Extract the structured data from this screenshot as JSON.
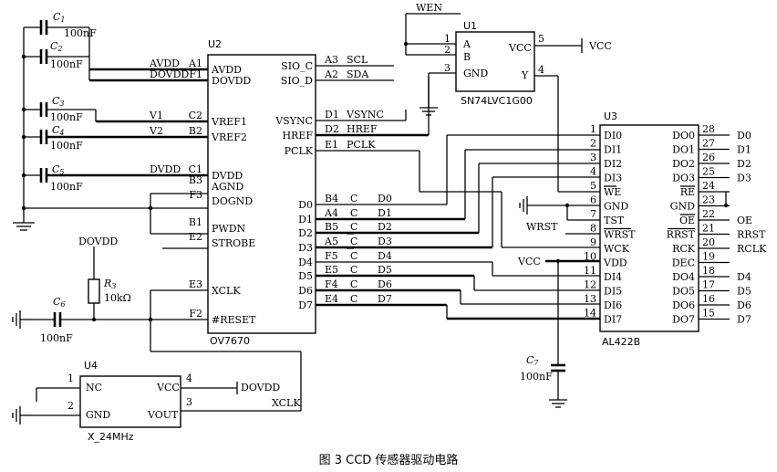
{
  "caption": "图 3   CCD 传感器驱动电路",
  "u2": {
    "ref": "U2",
    "part": "OV7670",
    "left_pins": [
      {
        "num": "A1",
        "name": "AVDD",
        "net": "AVDD"
      },
      {
        "num": "F1",
        "name": "DOVDD",
        "net": "DOVDD"
      },
      {
        "num": "C2",
        "name": "VREF1",
        "net": "V1"
      },
      {
        "num": "B2",
        "name": "VREF2",
        "net": "V2"
      },
      {
        "num": "C1",
        "name": "DVDD",
        "net": "DVDD"
      },
      {
        "num": "B3",
        "name": "AGND",
        "net": ""
      },
      {
        "num": "F3",
        "name": "DOGND",
        "net": ""
      },
      {
        "num": "B1",
        "name": "PWDN",
        "net": ""
      },
      {
        "num": "E2",
        "name": "STROBE",
        "net": ""
      },
      {
        "num": "E3",
        "name": "XCLK",
        "net": ""
      },
      {
        "num": "F2",
        "name": "#RESET",
        "net": ""
      }
    ],
    "right_pins": [
      {
        "num": "A3",
        "name": "SIO_C",
        "net": "SCL"
      },
      {
        "num": "A2",
        "name": "SIO_D",
        "net": "SDA"
      },
      {
        "num": "D1",
        "name": "VSYNC",
        "net": "VSYNC"
      },
      {
        "num": "D2",
        "name": "HREF",
        "net": "HREF"
      },
      {
        "num": "E1",
        "name": "PCLK",
        "net": "PCLK"
      },
      {
        "num": "B4",
        "name": "D0",
        "net": "D0"
      },
      {
        "num": "A4",
        "name": "D1",
        "net": "D1"
      },
      {
        "num": "B5",
        "name": "D2",
        "net": "D2"
      },
      {
        "num": "A5",
        "name": "D3",
        "net": "D3"
      },
      {
        "num": "F5",
        "name": "D4",
        "net": "D4"
      },
      {
        "num": "E5",
        "name": "D5",
        "net": "D5"
      },
      {
        "num": "F4",
        "name": "D6",
        "net": "D6"
      },
      {
        "num": "E4",
        "name": "D7",
        "net": "D7"
      }
    ],
    "c_label": "C"
  },
  "u1": {
    "ref": "U1",
    "part": "SN74LVC1G00",
    "wen": "WEN",
    "vcc": "VCC",
    "pins": [
      {
        "num": "1",
        "name": "A"
      },
      {
        "num": "2",
        "name": "B"
      },
      {
        "num": "3",
        "name": "GND"
      },
      {
        "num": "5",
        "name": "VCC"
      },
      {
        "num": "4",
        "name": "Y"
      }
    ]
  },
  "u3": {
    "ref": "U3",
    "part": "AL422B",
    "left_pins": [
      {
        "num": "1",
        "name": "DI0"
      },
      {
        "num": "2",
        "name": "DI1"
      },
      {
        "num": "3",
        "name": "DI2"
      },
      {
        "num": "4",
        "name": "DI3"
      },
      {
        "num": "5",
        "name": "WE"
      },
      {
        "num": "6",
        "name": "GND"
      },
      {
        "num": "7",
        "name": "TST"
      },
      {
        "num": "8",
        "name": "WRST"
      },
      {
        "num": "9",
        "name": "WCK"
      },
      {
        "num": "10",
        "name": "VDD"
      },
      {
        "num": "11",
        "name": "DI4"
      },
      {
        "num": "12",
        "name": "DI5"
      },
      {
        "num": "13",
        "name": "DI6"
      },
      {
        "num": "14",
        "name": "DI7"
      }
    ],
    "right_pins": [
      {
        "num": "28",
        "name": "DO0",
        "net": "D0"
      },
      {
        "num": "27",
        "name": "DO1",
        "net": "D1"
      },
      {
        "num": "26",
        "name": "DO2",
        "net": "D2"
      },
      {
        "num": "25",
        "name": "DO3",
        "net": "D3"
      },
      {
        "num": "24",
        "name": "RE",
        "net": ""
      },
      {
        "num": "23",
        "name": "GND",
        "net": ""
      },
      {
        "num": "22",
        "name": "OE",
        "net": "OE"
      },
      {
        "num": "21",
        "name": "RRST",
        "net": "RRST"
      },
      {
        "num": "20",
        "name": "RCK",
        "net": "RCLK"
      },
      {
        "num": "19",
        "name": "DEC",
        "net": ""
      },
      {
        "num": "18",
        "name": "DO4",
        "net": "D4"
      },
      {
        "num": "17",
        "name": "DO5",
        "net": "D5"
      },
      {
        "num": "16",
        "name": "DO6",
        "net": "D6"
      },
      {
        "num": "15",
        "name": "DO7",
        "net": "D7"
      }
    ],
    "wrst": "WRST",
    "vcc": "VCC"
  },
  "u4": {
    "ref": "U4",
    "part": "X_24MHz",
    "pins": [
      {
        "num": "1",
        "name": "NC"
      },
      {
        "num": "2",
        "name": "GND"
      },
      {
        "num": "4",
        "name": "VCC"
      },
      {
        "num": "3",
        "name": "VOUT"
      }
    ],
    "dovdd": "DOVDD",
    "xclk": "XCLK"
  },
  "caps": [
    {
      "ref": "C",
      "sub": "1",
      "value": "100nF"
    },
    {
      "ref": "C",
      "sub": "2",
      "value": "100nF"
    },
    {
      "ref": "C",
      "sub": "3",
      "value": "100nF"
    },
    {
      "ref": "C",
      "sub": "4",
      "value": "100nF"
    },
    {
      "ref": "C",
      "sub": "5",
      "value": "100nF"
    },
    {
      "ref": "C",
      "sub": "6",
      "value": "100nF"
    },
    {
      "ref": "C",
      "sub": "7",
      "value": "100nF"
    }
  ],
  "r3": {
    "ref": "R",
    "sub": "3",
    "value": "10kΩ",
    "net": "DOVDD"
  }
}
